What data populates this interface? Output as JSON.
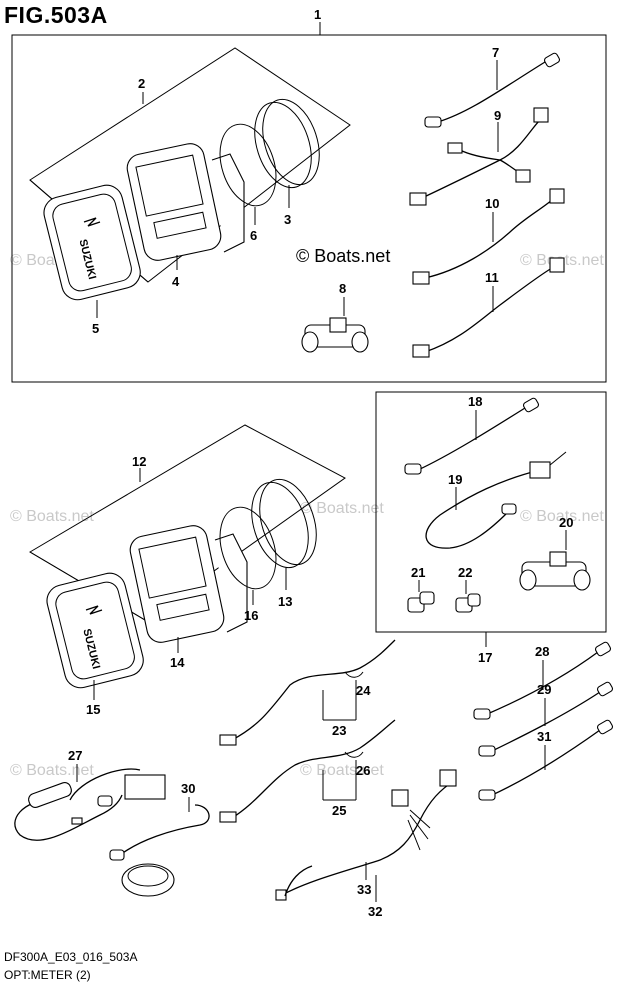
{
  "figure": {
    "title": "FIG.503A",
    "code": "DF300A_E03_016_503A",
    "name": "OPT:METER (2)"
  },
  "watermark": {
    "main": "© Boats.net",
    "faint": "© Boats.net"
  },
  "callouts": {
    "c1": "1",
    "c2": "2",
    "c3": "3",
    "c4": "4",
    "c5": "5",
    "c6": "6",
    "c7": "7",
    "c8": "8",
    "c9": "9",
    "c10": "10",
    "c11": "11",
    "c12": "12",
    "c13": "13",
    "c14": "14",
    "c15": "15",
    "c16": "16",
    "c17": "17",
    "c18": "18",
    "c19": "19",
    "c20": "20",
    "c21": "21",
    "c22": "22",
    "c23": "23",
    "c24": "24",
    "c25": "25",
    "c26": "26",
    "c27": "27",
    "c28": "28",
    "c29": "29",
    "c30": "30",
    "c31": "31",
    "c32": "32",
    "c33": "33"
  },
  "brand": {
    "logo_text": "SUZUKI"
  }
}
